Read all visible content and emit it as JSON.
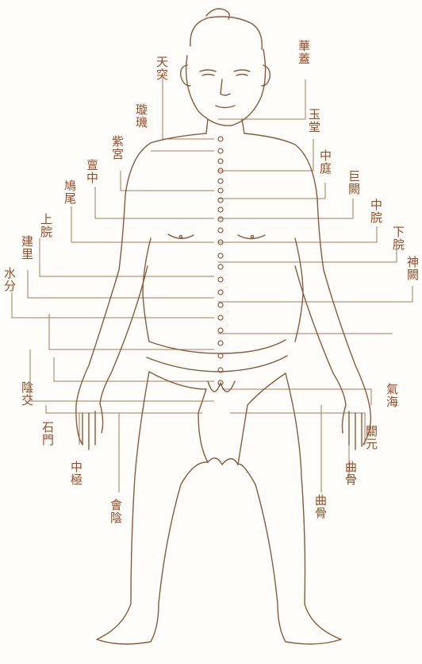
{
  "labels": {
    "tian_tu": "天突",
    "xuan_ji": "璇璣",
    "hua_gai": "華蓋",
    "zi_gong": "紫宮",
    "yu_tang": "玉堂",
    "dan_zhong": "亶中",
    "zhong_ting": "中庭",
    "jiu_wei": "鳩尾",
    "ju_que": "巨闕",
    "shang_wan": "上脘",
    "zhong_wan": "中脘",
    "jian_li": "建里",
    "xia_wan": "下脘",
    "shui_fen": "水分",
    "shen_que": "神闕",
    "yin_jiao": "陰交",
    "qi_hai": "氣海",
    "shi_men": "石門",
    "guan_yuan": "關元",
    "zhong_ji": "中極",
    "qu_gu": "曲骨",
    "hui_yin": "會陰"
  },
  "colors": {
    "ink": "#8a5a3c",
    "label_ink": "#9a4a25",
    "paper": "#fffdfa"
  }
}
